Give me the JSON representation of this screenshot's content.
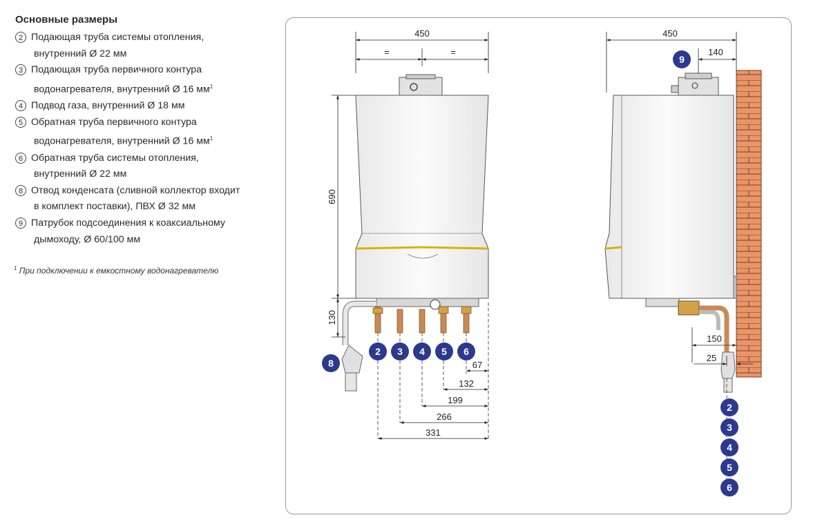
{
  "heading": "Основные размеры",
  "items": [
    {
      "num": "2",
      "line1": "Подающая труба системы отопления,",
      "line2": "внутренний Ø 22 мм",
      "sup": ""
    },
    {
      "num": "3",
      "line1": "Подающая труба первичного контура",
      "line2": "водонагревателя, внутренний Ø 16 мм",
      "sup": "1"
    },
    {
      "num": "4",
      "line1": "Подвод газа, внутренний Ø 18 мм",
      "line2": "",
      "sup": ""
    },
    {
      "num": "5",
      "line1": "Обратная труба первичного контура",
      "line2": "водонагревателя, внутренний Ø 16 мм",
      "sup": "1"
    },
    {
      "num": "6",
      "line1": "Обратная труба системы отопления,",
      "line2": "внутренний Ø 22 мм",
      "sup": ""
    },
    {
      "num": "8",
      "line1": "Отвод конденсата (сливной коллектор входит",
      "line2": "в комплект поставки), ПВХ Ø 32 мм",
      "sup": ""
    },
    {
      "num": "9",
      "line1": "Патрубок подсоединения к коаксиальному",
      "line2": "дымоходу, Ø 60/100 мм",
      "sup": ""
    }
  ],
  "footnote": {
    "sup": "1",
    "text": "При подключении к емкостному водонагревателю"
  },
  "front": {
    "width": "450",
    "half_left": "=",
    "half_right": "=",
    "height": "690",
    "bottom": "130",
    "offsets": [
      "67",
      "132",
      "199",
      "266",
      "331"
    ],
    "badges": [
      "8",
      "2",
      "3",
      "4",
      "5",
      "6"
    ]
  },
  "side": {
    "width": "450",
    "flue_offset": "140",
    "pipe_offset": "150",
    "wall_gap": "25",
    "badge_flue": "9",
    "badges": [
      "2",
      "3",
      "4",
      "5",
      "6"
    ]
  },
  "colors": {
    "badge": "#2b3a8c",
    "brick": "#e9956a",
    "copper": "#c98a55"
  }
}
